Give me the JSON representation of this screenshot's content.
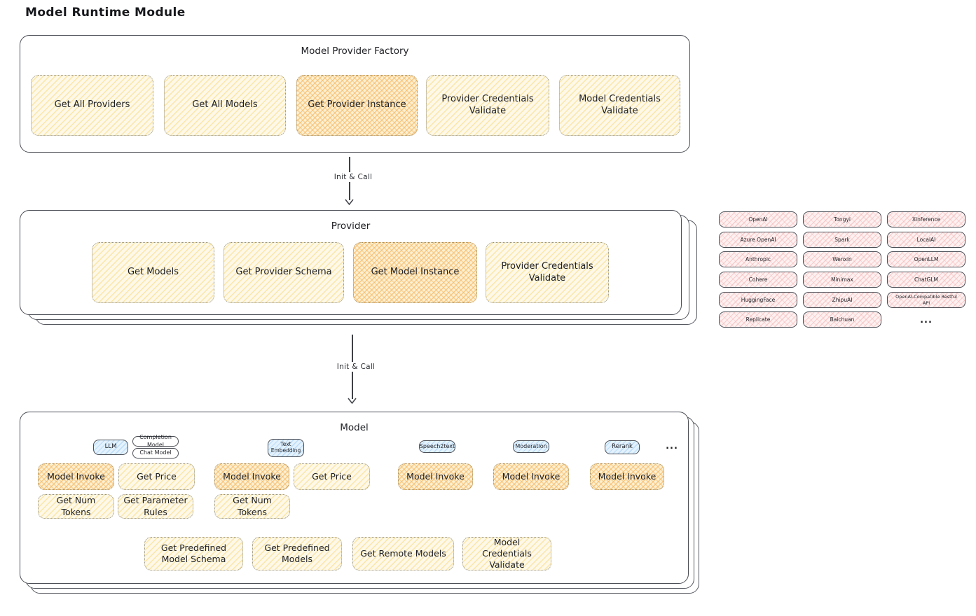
{
  "title": "Model Runtime Module",
  "factory": {
    "title": "Model Provider Factory",
    "boxes": [
      {
        "label": "Get All Providers"
      },
      {
        "label": "Get All Models"
      },
      {
        "label": "Get Provider Instance",
        "highlight": true
      },
      {
        "label": "Provider Credentials Validate"
      },
      {
        "label": "Model Credentials Validate"
      }
    ]
  },
  "arrow1": {
    "label": "Init & Call"
  },
  "arrow2": {
    "label": "Init & Call"
  },
  "provider": {
    "title": "Provider",
    "boxes": [
      {
        "label": "Get Models"
      },
      {
        "label": "Get Provider Schema"
      },
      {
        "label": "Get Model Instance",
        "highlight": true
      },
      {
        "label": "Provider Credentials Validate"
      }
    ]
  },
  "providers": {
    "items": [
      "OpenAI",
      "Tongyi",
      "Xinference",
      "Azure OpenAI",
      "Spark",
      "LocalAI",
      "Anthropic",
      "Wenxin",
      "OpenLLM",
      "Cohere",
      "Minimax",
      "ChatGLM",
      "HuggingFace",
      "ZhipuAI",
      "OpenAI-Compatible Restful API",
      "Replicate",
      "Baichuan"
    ],
    "more": "..."
  },
  "model": {
    "title": "Model",
    "tabs": {
      "llm": "LLM",
      "completion": "Completion Model",
      "chat": "Chat Model",
      "text_embedding": "Text Embedding",
      "speech2text": "Speech2text",
      "moderation": "Moderation",
      "rerank": "Rerank",
      "more": "..."
    },
    "ops": {
      "model_invoke": "Model Invoke",
      "get_price": "Get Price",
      "get_num_tokens": "Get Num Tokens",
      "get_parameter_rules": "Get Parameter Rules",
      "get_predefined_model_schema": "Get Predefined Model Schema",
      "get_predefined_models": "Get Predefined Models",
      "get_remote_models": "Get Remote Models",
      "model_credentials_validate": "Model Credentials Validate"
    }
  },
  "colors": {
    "yellow_fill": "#fdf8e7",
    "orange_highlight_fill": "#fcf0d2",
    "pink_fill": "#fdf1f1",
    "blue_fill": "#e4f2fd",
    "border_dark": "#4b4e55"
  }
}
